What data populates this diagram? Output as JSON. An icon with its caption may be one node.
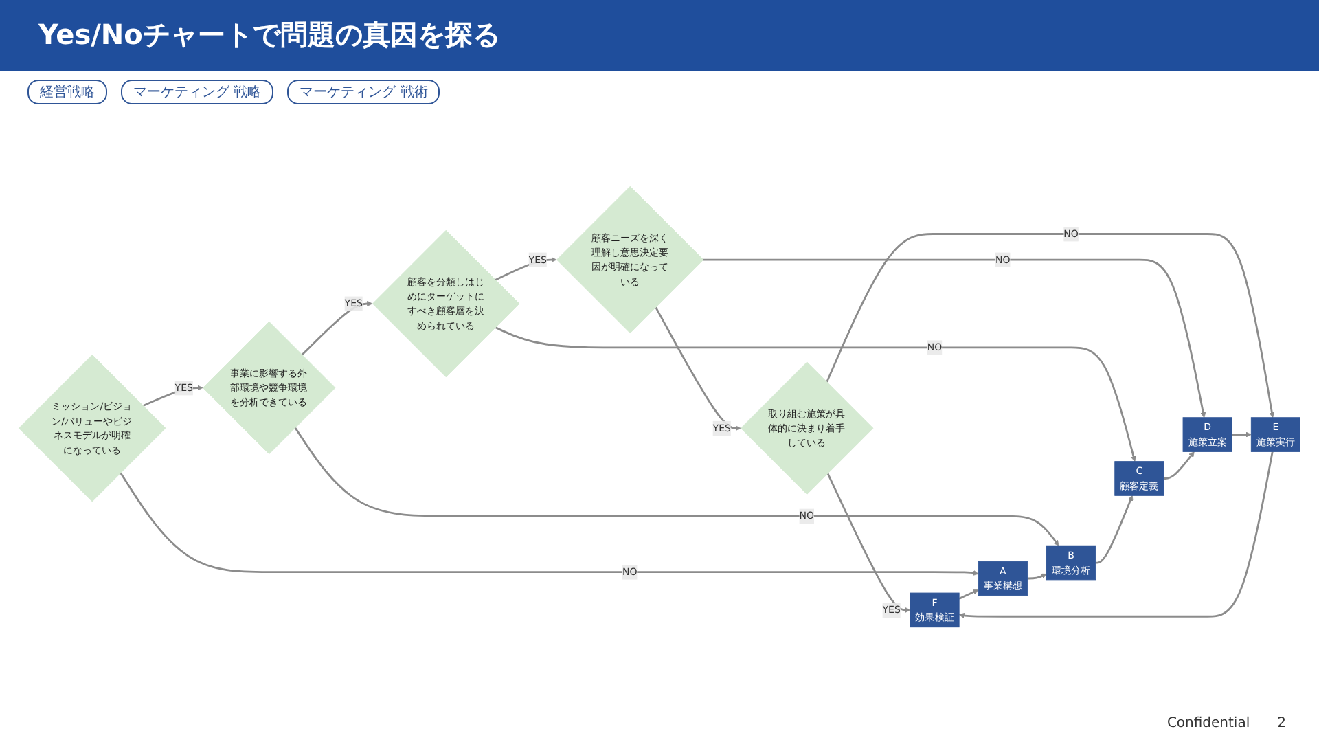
{
  "diagram": {
    "title": "Yes/Noチャートで問題の真因を探る",
    "nodes": [
      {
        "text": [
          "ミッション/ビジョン/バリューやビジネスモデルが明確になっている"
        ]
      },
      {
        "text": [
          "事業に影響する外部環境や競争環境を分析できている"
        ]
      },
      {
        "text": [
          "顧客を分類しはじめにターゲットにすべき顧客層を決められている"
        ]
      },
      {
        "text": [
          "顧客ニーズを深く理解し意思決定要因が明確になっている"
        ]
      },
      {
        "text": [
          "取り組む施策が具体的に決まり着手している"
        ]
      },
      {
        "text": [
          "A",
          "事業構想"
        ]
      },
      {
        "text": [
          "B",
          "環境分析"
        ]
      },
      {
        "text": [
          "C",
          "顧客定義"
        ]
      },
      {
        "text": [
          "D",
          "施策立案"
        ]
      },
      {
        "text": [
          "E",
          "施策実行"
        ]
      },
      {
        "text": [
          "F",
          "効果検証"
        ]
      }
    ],
    "edges": [
      {
        "from": 0,
        "to": 1,
        "arrow": "to",
        "label": "YES"
      },
      {
        "from": 0,
        "to": 5,
        "arrow": "to",
        "label": "NO"
      },
      {
        "from": 1,
        "to": 2,
        "arrow": "to",
        "label": "YES"
      },
      {
        "from": 1,
        "to": 6,
        "arrow": "to",
        "label": "NO"
      },
      {
        "from": 2,
        "to": 3,
        "arrow": "to",
        "label": "YES"
      },
      {
        "from": 2,
        "to": 7,
        "arrow": "to",
        "label": "NO"
      },
      {
        "from": 3,
        "to": 4,
        "arrow": "to",
        "label": "YES"
      },
      {
        "from": 3,
        "to": 8,
        "arrow": "to",
        "label": "NO"
      },
      {
        "from": 4,
        "to": 10,
        "arrow": "to",
        "label": "YES"
      },
      {
        "from": 4,
        "to": 9,
        "arrow": "to",
        "label": "NO"
      },
      {
        "from": 5,
        "to": 6,
        "arrow": "to"
      },
      {
        "from": 6,
        "to": 7,
        "arrow": "to"
      },
      {
        "from": 7,
        "to": 8,
        "arrow": "to"
      },
      {
        "from": 8,
        "to": 9,
        "arrow": "to"
      },
      {
        "from": 9,
        "to": 10,
        "arrow": "to"
      },
      {
        "from": 10,
        "to": 5,
        "arrow": "to"
      }
    ],
    "labels": [
      "経営戦略",
      "マーケティング 戦略",
      "マーケティング 戦術",
      "Confidential",
      "2"
    ]
  }
}
